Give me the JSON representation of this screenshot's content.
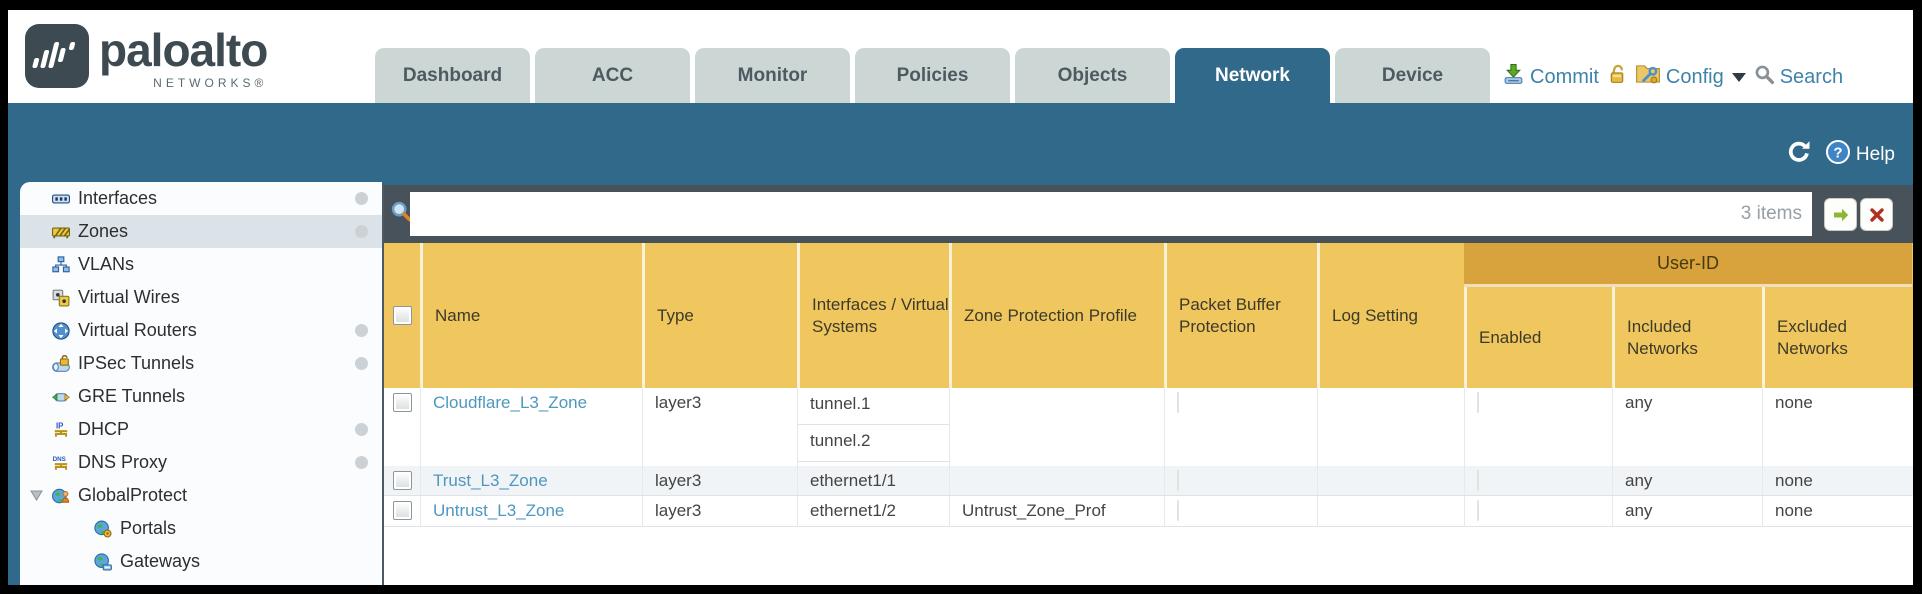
{
  "colors": {
    "teal": "#31698b",
    "table_header": "#efc75e",
    "user_id_band": "#d8a33c",
    "link": "#4e97bf"
  },
  "brand": {
    "name": "paloalto",
    "subtitle": "NETWORKS®"
  },
  "nav": {
    "tabs": [
      {
        "label": "Dashboard",
        "active": false
      },
      {
        "label": "ACC",
        "active": false
      },
      {
        "label": "Monitor",
        "active": false
      },
      {
        "label": "Policies",
        "active": false
      },
      {
        "label": "Objects",
        "active": false
      },
      {
        "label": "Network",
        "active": true
      },
      {
        "label": "Device",
        "active": false
      }
    ],
    "actions": {
      "commit": "Commit",
      "config": "Config",
      "search": "Search"
    }
  },
  "toolbar": {
    "help": "Help"
  },
  "sidebar": {
    "items": [
      {
        "label": "Interfaces",
        "icon": "interfaces-icon",
        "dot": true,
        "selected": false
      },
      {
        "label": "Zones",
        "icon": "zones-icon",
        "dot": true,
        "selected": true
      },
      {
        "label": "VLANs",
        "icon": "vlans-icon",
        "dot": false
      },
      {
        "label": "Virtual Wires",
        "icon": "virtual-wires-icon",
        "dot": false
      },
      {
        "label": "Virtual Routers",
        "icon": "virtual-routers-icon",
        "dot": true
      },
      {
        "label": "IPSec Tunnels",
        "icon": "ipsec-tunnels-icon",
        "dot": true
      },
      {
        "label": "GRE Tunnels",
        "icon": "gre-tunnels-icon",
        "dot": false
      },
      {
        "label": "DHCP",
        "icon": "dhcp-icon",
        "dot": true
      },
      {
        "label": "DNS Proxy",
        "icon": "dns-proxy-icon",
        "dot": true
      },
      {
        "label": "GlobalProtect",
        "icon": "globalprotect-icon",
        "dot": false,
        "expanded": true
      },
      {
        "label": "Portals",
        "icon": "portals-icon",
        "indent": 1
      },
      {
        "label": "Gateways",
        "icon": "gateways-icon",
        "indent": 1
      }
    ]
  },
  "filterbar": {
    "value": "",
    "count": "3 items"
  },
  "table": {
    "group_header": "User-ID",
    "columns": [
      "Name",
      "Type",
      "Interfaces / Virtual Systems",
      "Zone Protection Profile",
      "Packet Buffer Protection",
      "Log Setting",
      "Enabled",
      "Included Networks",
      "Excluded Networks"
    ],
    "rows": [
      {
        "name": "Cloudflare_L3_Zone",
        "type": "layer3",
        "interfaces": [
          "tunnel.1",
          "tunnel.2"
        ],
        "zone_protection_profile": "",
        "packet_buffer_protection": false,
        "log_setting": "",
        "user_id_enabled": false,
        "included_networks": "any",
        "excluded_networks": "none"
      },
      {
        "name": "Trust_L3_Zone",
        "type": "layer3",
        "interfaces": [
          "ethernet1/1"
        ],
        "zone_protection_profile": "",
        "packet_buffer_protection": false,
        "log_setting": "",
        "user_id_enabled": false,
        "included_networks": "any",
        "excluded_networks": "none"
      },
      {
        "name": "Untrust_L3_Zone",
        "type": "layer3",
        "interfaces": [
          "ethernet1/2"
        ],
        "zone_protection_profile": "Untrust_Zone_Prof",
        "packet_buffer_protection": false,
        "log_setting": "",
        "user_id_enabled": false,
        "included_networks": "any",
        "excluded_networks": "none"
      }
    ]
  }
}
